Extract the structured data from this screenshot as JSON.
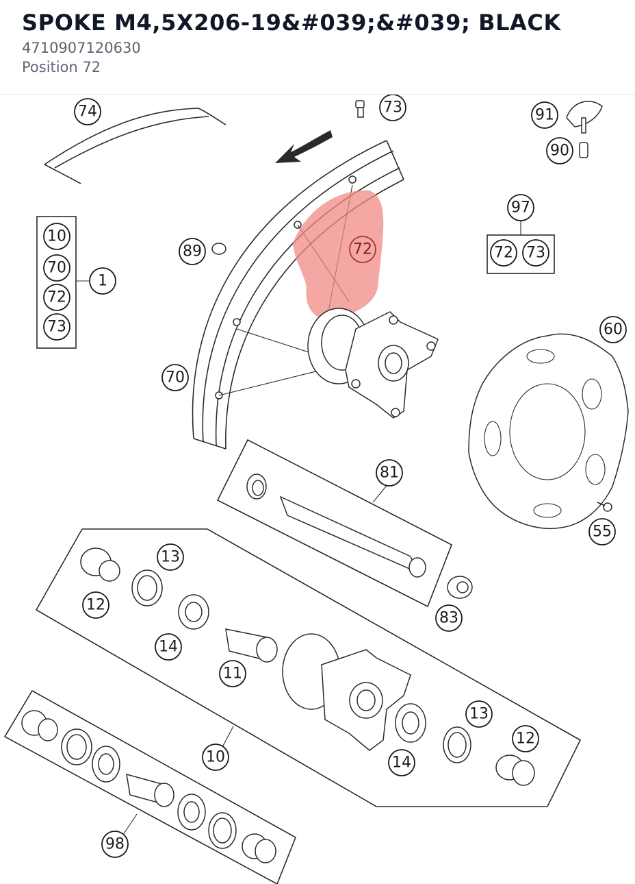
{
  "header": {
    "title": "SPOKE M4,5X206-19&#039;&#039; BLACK",
    "sku": "4710907120630",
    "position": "Position 72"
  },
  "diagram": {
    "highlight_color": "#f08a84",
    "callouts": {
      "c74": "74",
      "c73top": "73",
      "c91": "91",
      "c90": "90",
      "c89": "89",
      "c72hl": "72",
      "c97": "97",
      "c97a": "72",
      "c97b": "73",
      "c10a": "10",
      "c70a": "70",
      "c72a": "72",
      "c73a": "73",
      "c1": "1",
      "c60": "60",
      "c70": "70",
      "c81": "81",
      "c55": "55",
      "c83": "83",
      "c13a": "13",
      "c12a": "12",
      "c14a": "14",
      "c11": "11",
      "c13b": "13",
      "c12b": "12",
      "c14b": "14",
      "c10": "10",
      "c98": "98"
    }
  }
}
